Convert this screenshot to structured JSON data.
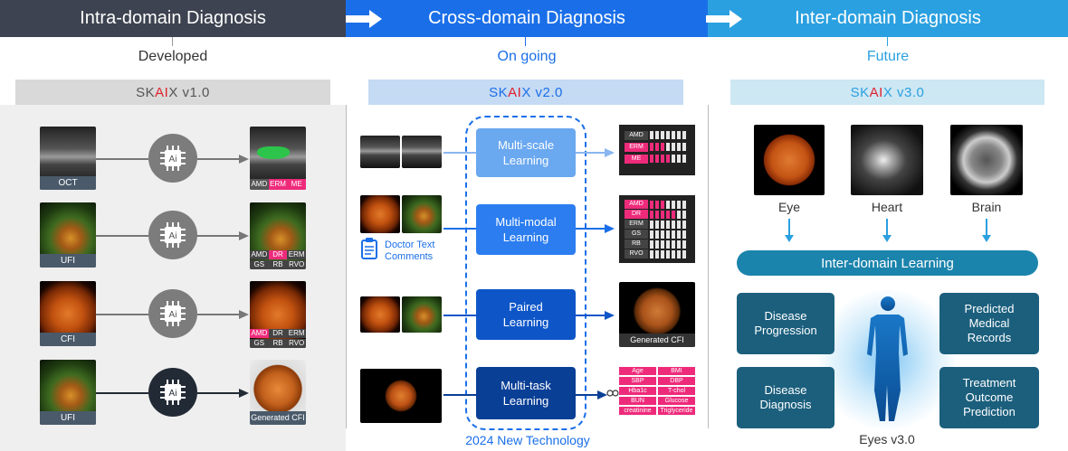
{
  "stages": [
    {
      "title": "Intra-domain Diagnosis",
      "status": "Developed",
      "version_pre": "SK",
      "version_ai": "AI",
      "version_post": "X v1.0"
    },
    {
      "title": "Cross-domain Diagnosis",
      "status": "On going",
      "version_pre": "SK",
      "version_ai": "AI",
      "version_post": "X v2.0"
    },
    {
      "title": "Inter-domain Diagnosis",
      "status": "Future",
      "version_pre": "SK",
      "version_ai": "AI",
      "version_post": "X v3.0"
    }
  ],
  "intra": {
    "rows": [
      {
        "input": "OCT",
        "tags": [
          "AMD",
          "ERM",
          "ME"
        ]
      },
      {
        "input": "UFI",
        "tags": [
          "AMD",
          "DR",
          "ERM",
          "GS",
          "RB",
          "RVO"
        ]
      },
      {
        "input": "CFI",
        "tags": [
          "AMD",
          "DR",
          "ERM",
          "GS",
          "RB",
          "RVO"
        ]
      },
      {
        "input": "UFI",
        "output": "Generated CFI"
      }
    ],
    "ai_label": "Ai"
  },
  "cross": {
    "learning": [
      "Multi-scale\nLearning",
      "Multi-modal\nLearning",
      "Paired\nLearning",
      "Multi-task\nLearning"
    ],
    "doctor_text": "Doctor Text\nComments",
    "footer": "2024 New Technology",
    "out1": [
      "AMD",
      "ERM",
      "ME"
    ],
    "out2": [
      "AMD",
      "DR",
      "ERM",
      "GS",
      "RB",
      "RVO"
    ],
    "out3": "Generated CFI",
    "out4": [
      "Age",
      "BMI",
      "SBP",
      "DBP",
      "Hba1c",
      "T-chol",
      "BUN",
      "Glucose",
      "creatinine",
      "Triglyceride"
    ]
  },
  "inter": {
    "organs": [
      "Eye",
      "Heart",
      "Brain"
    ],
    "bar": "Inter-domain Learning",
    "boxes": [
      "Disease\nProgression",
      "Predicted\nMedical\nRecords",
      "Disease\nDiagnosis",
      "Treatment\nOutcome\nPrediction"
    ],
    "footer": "Eyes v3.0"
  },
  "colors": {
    "stage1": "#3d4350",
    "stage2": "#1a6fe8",
    "stage3": "#2aa0e0",
    "pink": "#ee2b7b",
    "ai_red": "#e0212b"
  }
}
